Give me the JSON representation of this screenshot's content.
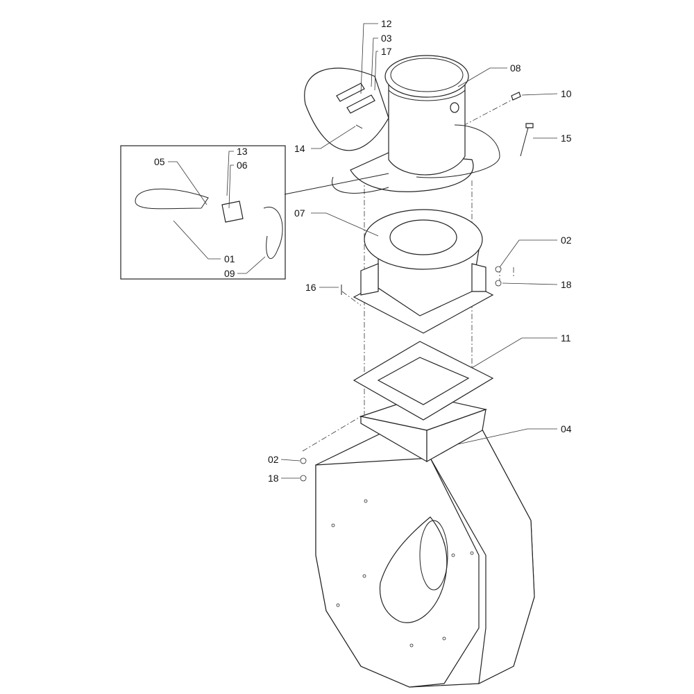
{
  "diagram": {
    "type": "exploded-parts-view",
    "callouts": [
      "12",
      "03",
      "17",
      "08",
      "10",
      "15",
      "14",
      "13",
      "06",
      "05",
      "07",
      "02",
      "18",
      "16",
      "01",
      "09",
      "11",
      "04",
      "02",
      "18"
    ]
  }
}
